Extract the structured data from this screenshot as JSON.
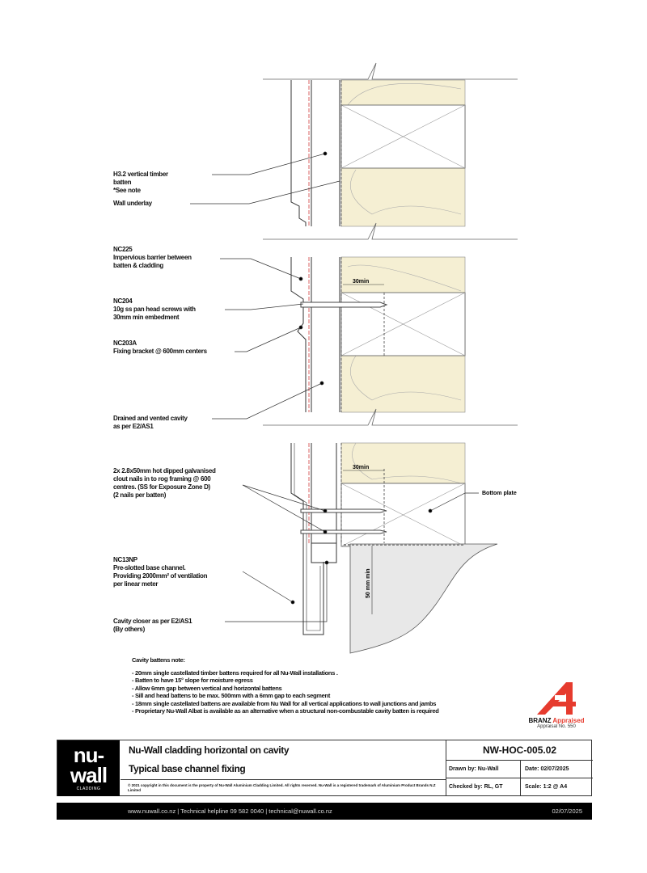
{
  "drawing": {
    "labels": {
      "batten": [
        "H3.2 vertical timber",
        "batten",
        "*See note"
      ],
      "underlay": [
        "Wall underlay"
      ],
      "barrier": [
        "NC225",
        "Impervious barrier between",
        "batten & cladding"
      ],
      "screws": [
        "NC204",
        "10g ss pan head screws with",
        "30mm min embedment"
      ],
      "bracket": [
        "NC203A",
        "Fixing bracket @ 600mm centers"
      ],
      "cavity": [
        "Drained and vented cavity",
        "as per  E2/AS1"
      ],
      "nails": [
        "2x 2.8x50mm hot dipped galvanised",
        "clout nails in to rog framing @ 600",
        "centres.  (SS for Exposure Zone D)",
        "(2 nails per batten)"
      ],
      "channel": [
        "NC13NP",
        "Pre-slotted base channel.",
        "Providing 2000mm² of ventilation",
        "per linear meter"
      ],
      "closer": [
        "Cavity closer as per E2/AS1",
        "(By others)"
      ],
      "bottom_plate": "Bottom plate",
      "dim_30_upper": "30min",
      "dim_30_lower": "30min",
      "dim_50": "50 mm min"
    },
    "colors": {
      "insulation": "#f5efd3",
      "concrete": "#e8e8e8",
      "underlay_red": "#d23a3a"
    }
  },
  "notes": {
    "heading": "Cavity battens note:",
    "items": [
      "- 20mm single castellated timber battens required for all Nu-Wall installations .",
      "- Batten to have 15° slope for moisture egress",
      "- Allow 6mm gap between vertical and horizontal battens",
      "- Sill and head battens to be max. 500mm with a 6mm gap to each segment",
      "- 18mm single castellated battens are available from Nu Wall for all vertical applications to wall junctions and jambs",
      "- Proprietary Nu-Wall Albat is available as an alternative when a structural non-combustable cavity batten is required"
    ]
  },
  "branz": {
    "brand": "BRANZ",
    "word": "Appraised",
    "number": "Appraisal No. 550",
    "color": "#e63b2e"
  },
  "title_block": {
    "logo_top": "nu-",
    "logo_bottom": "wall",
    "logo_sub": "CLADDING",
    "title": "Nu-Wall cladding horizontal on cavity",
    "subtitle": "Typical base channel fixing",
    "copyright": "© 2021 copyright in this document is the property of Nu-Wall Aluminium Cladding Limited.  All rights reserved.  Nu-Wall is a registered trademark of Aluminium Product Brands N.Z Limited",
    "code": "NW-HOC-005.02",
    "drawn_by": "Drawn by: Nu-Wall",
    "date": "Date:     02/07/2025",
    "checked_by": "Checked by: RL, GT",
    "scale": "Scale:    1:2 @ A4"
  },
  "footer": {
    "contact": "www.nuwall.co.nz  |  Technical helpline 09 582 0040  |  technical@nuwall.co.nz",
    "date": "02/07/2025"
  }
}
